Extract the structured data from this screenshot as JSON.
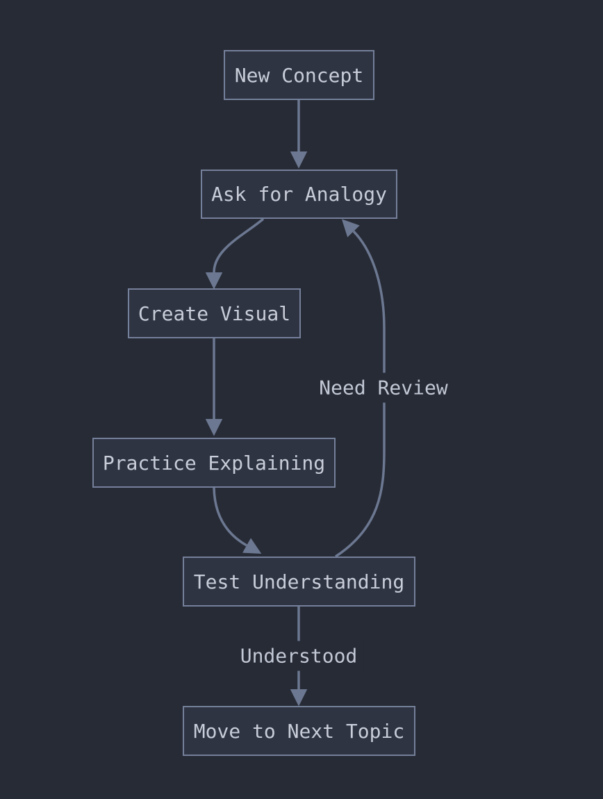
{
  "diagram": {
    "type": "flowchart",
    "direction": "top-down",
    "colors": {
      "background": "#272b36",
      "node_fill": "#2f3443",
      "node_border": "#75809a",
      "node_text": "#c8cdd9",
      "edge": "#6c7891",
      "label_text": "#c2c8d5"
    },
    "nodes": [
      {
        "id": "new-concept",
        "label": "New Concept"
      },
      {
        "id": "ask-for-analogy",
        "label": "Ask for Analogy"
      },
      {
        "id": "create-visual",
        "label": "Create Visual"
      },
      {
        "id": "practice-explaining",
        "label": "Practice Explaining"
      },
      {
        "id": "test-understanding",
        "label": "Test Understanding"
      },
      {
        "id": "move-to-next-topic",
        "label": "Move to Next Topic"
      }
    ],
    "edges": [
      {
        "from": "New Concept",
        "to": "Ask for Analogy",
        "label": ""
      },
      {
        "from": "Ask for Analogy",
        "to": "Create Visual",
        "label": ""
      },
      {
        "from": "Create Visual",
        "to": "Practice Explaining",
        "label": ""
      },
      {
        "from": "Practice Explaining",
        "to": "Test Understanding",
        "label": ""
      },
      {
        "from": "Test Understanding",
        "to": "Ask for Analogy",
        "label": "Need Review"
      },
      {
        "from": "Test Understanding",
        "to": "Move to Next Topic",
        "label": "Understood"
      }
    ]
  }
}
